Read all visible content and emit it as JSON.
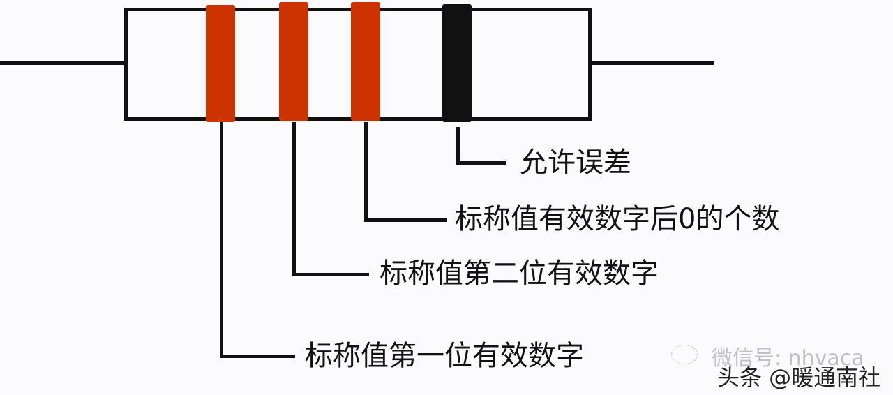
{
  "diagram": {
    "title": "Four-band color code resistor",
    "colors": {
      "body_outline": "#111111",
      "band_red": "#cc3300",
      "band_black": "#111111",
      "background": "#fbfbfd"
    },
    "bands": [
      {
        "index": 1,
        "color": "red",
        "meaning": "标称值第一位有效数字"
      },
      {
        "index": 2,
        "color": "red",
        "meaning": "标称值第二位有效数字"
      },
      {
        "index": 3,
        "color": "red",
        "meaning": "标称值有效数字后0的个数"
      },
      {
        "index": 4,
        "color": "black",
        "meaning": "允许误差"
      }
    ],
    "labels": {
      "tolerance": "允许误差",
      "multiplier": "标称值有效数字后0的个数",
      "second_digit": "标称值第二位有效数字",
      "first_digit": "标称值第一位有效数字"
    }
  },
  "watermarks": {
    "wechat": "微信号: nhvaca",
    "toutiao": "头条 @暖通南社"
  }
}
